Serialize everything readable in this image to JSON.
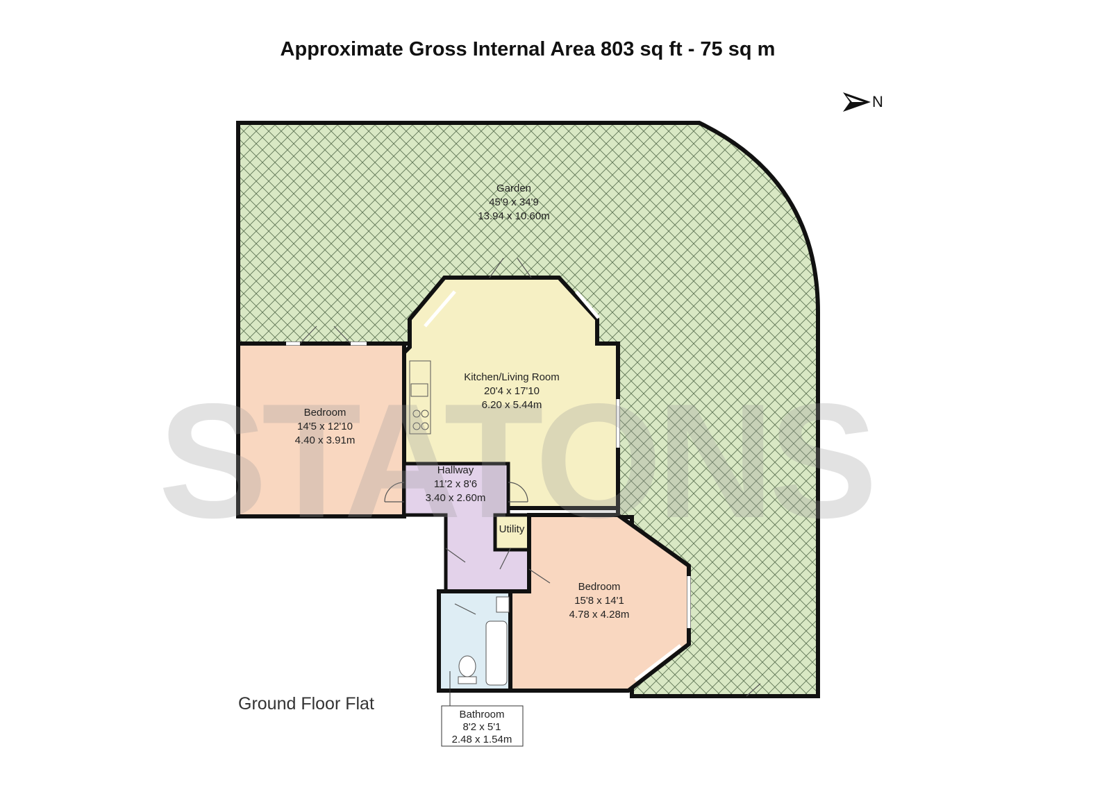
{
  "title": "Approximate Gross Internal Area 803 sq ft - 75 sq m",
  "north_label": "N",
  "floor_name": "Ground Floor Flat",
  "watermark": "STATONS",
  "colors": {
    "garden": "#d9e8c4",
    "kitchen": "#f6f0c4",
    "bedroom": "#f9d7c0",
    "hallway": "#e3d2ea",
    "bathroom": "#deedf4",
    "utility": "#f6f0c4",
    "wall": "#111111"
  },
  "rooms": {
    "garden": {
      "name": "Garden",
      "imperial": "45'9 x 34'9",
      "metric": "13.94 x 10.60m"
    },
    "kitchen": {
      "name": "Kitchen/Living Room",
      "imperial": "20'4 x 17'10",
      "metric": "6.20 x 5.44m"
    },
    "bedroom1": {
      "name": "Bedroom",
      "imperial": "14'5 x 12'10",
      "metric": "4.40 x 3.91m"
    },
    "hallway": {
      "name": "Hallway",
      "imperial": "11'2 x 8'6",
      "metric": "3.40 x 2.60m"
    },
    "utility": {
      "name": "Utility"
    },
    "bedroom2": {
      "name": "Bedroom",
      "imperial": "15'8 x 14'1",
      "metric": "4.78 x 4.28m"
    },
    "bathroom": {
      "name": "Bathroom",
      "imperial": "8'2 x 5'1",
      "metric": "2.48 x 1.54m"
    }
  }
}
